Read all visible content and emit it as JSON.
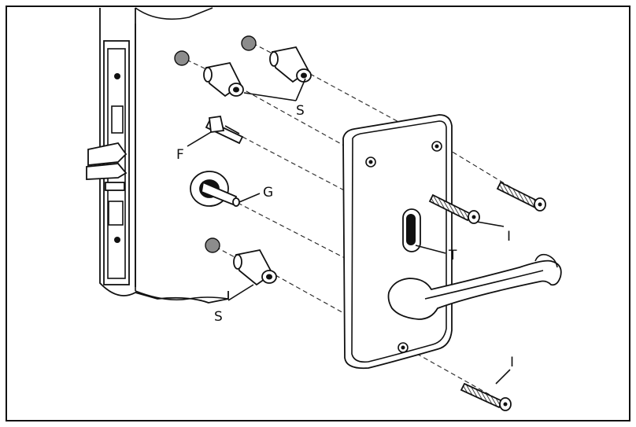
{
  "labels": {
    "s_top": "S",
    "s_bottom": "S",
    "f": "F",
    "g": "G",
    "t": "T",
    "i_top": "I",
    "i_bottom": "I"
  }
}
